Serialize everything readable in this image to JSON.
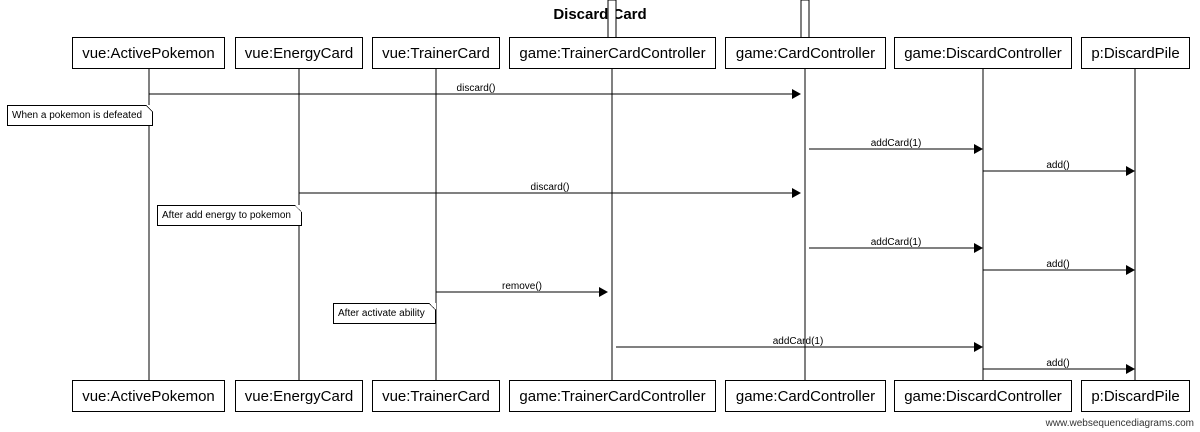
{
  "title": "Discard Card",
  "participants": [
    {
      "id": "p0",
      "label": "vue:ActivePokemon"
    },
    {
      "id": "p1",
      "label": "vue:EnergyCard"
    },
    {
      "id": "p2",
      "label": "vue:TrainerCard"
    },
    {
      "id": "p3",
      "label": "game:TrainerCardController"
    },
    {
      "id": "p4",
      "label": "game:CardController"
    },
    {
      "id": "p5",
      "label": "game:DiscardController"
    },
    {
      "id": "p6",
      "label": "p:DiscardPile"
    }
  ],
  "messages": [
    {
      "from": 0,
      "to": 4,
      "label": "discard()"
    },
    {
      "from": 4,
      "to": 5,
      "label": "addCard(1)"
    },
    {
      "from": 5,
      "to": 6,
      "label": "add()"
    },
    {
      "from": 1,
      "to": 4,
      "label": "discard()"
    },
    {
      "from": 4,
      "to": 5,
      "label": "addCard(1)"
    },
    {
      "from": 5,
      "to": 6,
      "label": "add()"
    },
    {
      "from": 2,
      "to": 3,
      "label": "remove()"
    },
    {
      "from": 3,
      "to": 5,
      "label": "addCard(1)"
    },
    {
      "from": 5,
      "to": 6,
      "label": "add()"
    }
  ],
  "notes": [
    {
      "text": "When a pokemon is defeated"
    },
    {
      "text": "After add energy to pokemon"
    },
    {
      "text": "After activate ability"
    }
  ],
  "footer": "www.websequencediagrams.com"
}
